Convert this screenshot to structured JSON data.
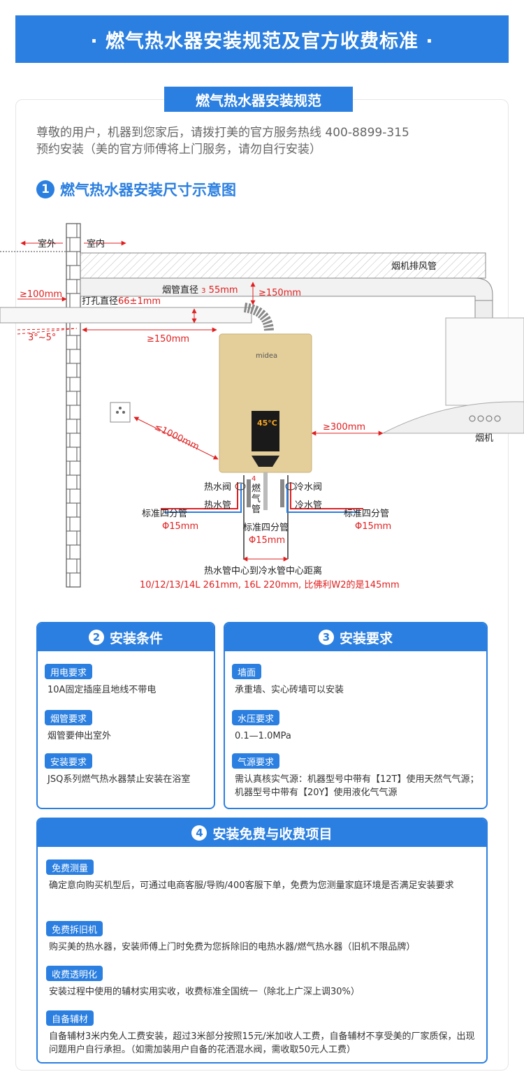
{
  "banner": "· 燃气热水器安装规范及官方收费标准 ·",
  "subtitle": "燃气热水器安装规范",
  "intro": {
    "line1": "尊敬的用户，机器到您家后，请拨打美的官方服务热线 400-8899-315",
    "line2": "预约安装（美的官方师傅将上门服务，请勿自行安装）"
  },
  "section1": {
    "num": "1",
    "title": "燃气热水器安装尺寸示意图"
  },
  "diagram": {
    "outside": "室外",
    "inside": "室内",
    "hood_pipe": "烟机排风管",
    "gap_left": "≥100mm",
    "flue_diameter_label": "烟管直径",
    "flue_diameter_num": "3",
    "flue_diameter_value": "55mm",
    "gap_top": "≥150mm",
    "hole_label": "打孔直径",
    "hole_value": "66±1mm",
    "slope": "3°~5°",
    "gap_150": "≥150mm",
    "socket_dist": "≤1000mm",
    "gap_300": "≥300mm",
    "hood": "烟机",
    "display_temp": "45°C",
    "brand": "midea",
    "hot_valve": "热水阀",
    "gas_num": "4",
    "gas_pipe": "燃气管",
    "cold_valve": "冷水阀",
    "hot_pipe": "热水管",
    "cold_pipe": "冷水管",
    "std_left": "标准四分管",
    "std_left_d": "Φ15mm",
    "std_right": "标准四分管",
    "std_right_d": "Φ15mm",
    "std_mid": "标准四分管",
    "std_mid_d": "Φ15mm",
    "center_dist": "热水管中心到冷水管中心距离",
    "center_values": "10/12/13/14L 261mm, 16L 220mm, 比佛利W2的是145mm"
  },
  "section2": {
    "num": "2",
    "title": "安装条件",
    "items": [
      {
        "tag": "用电要求",
        "text": "10A固定插座且地线不带电"
      },
      {
        "tag": "烟管要求",
        "text": "烟管要伸出室外"
      },
      {
        "tag": "安装要求",
        "text": "JSQ系列燃气热水器禁止安装在浴室"
      }
    ]
  },
  "section3": {
    "num": "3",
    "title": "安装要求",
    "items": [
      {
        "tag": "墙面",
        "text": "承重墙、实心砖墙可以安装"
      },
      {
        "tag": "水压要求",
        "text": "0.1—1.0MPa"
      },
      {
        "tag": "气源要求",
        "text": "需认真核实气源：机器型号中带有【12T】使用天然气气源；机器型号中带有【20Y】使用液化气气源"
      }
    ]
  },
  "section4": {
    "num": "4",
    "title": "安装免费与收费项目",
    "items": [
      {
        "tag": "免费测量",
        "text": "确定意向购买机型后，可通过电商客服/导购/400客服下单，免费为您测量家庭环境是否满足安装要求"
      },
      {
        "tag": "免费拆旧机",
        "text": "购买美的热水器，安装师傅上门时免费为您拆除旧的电热水器/燃气热水器（旧机不限品牌）"
      },
      {
        "tag": "收费透明化",
        "text": "安装过程中使用的辅材实用实收，收费标准全国统一（除北上广深上调30%）"
      },
      {
        "tag": "自备辅材",
        "text": "自备辅材3米内免人工费安装，超过3米部分按照15元/米加收人工费，自备辅材不享受美的厂家质保，出现问题用户自行承担。（如需加装用户自备的花洒混水阀，需收取50元人工费）"
      }
    ]
  },
  "colors": {
    "primary": "#2b7fe0",
    "warning": "#e02020",
    "heater": "#e4cf9a"
  }
}
